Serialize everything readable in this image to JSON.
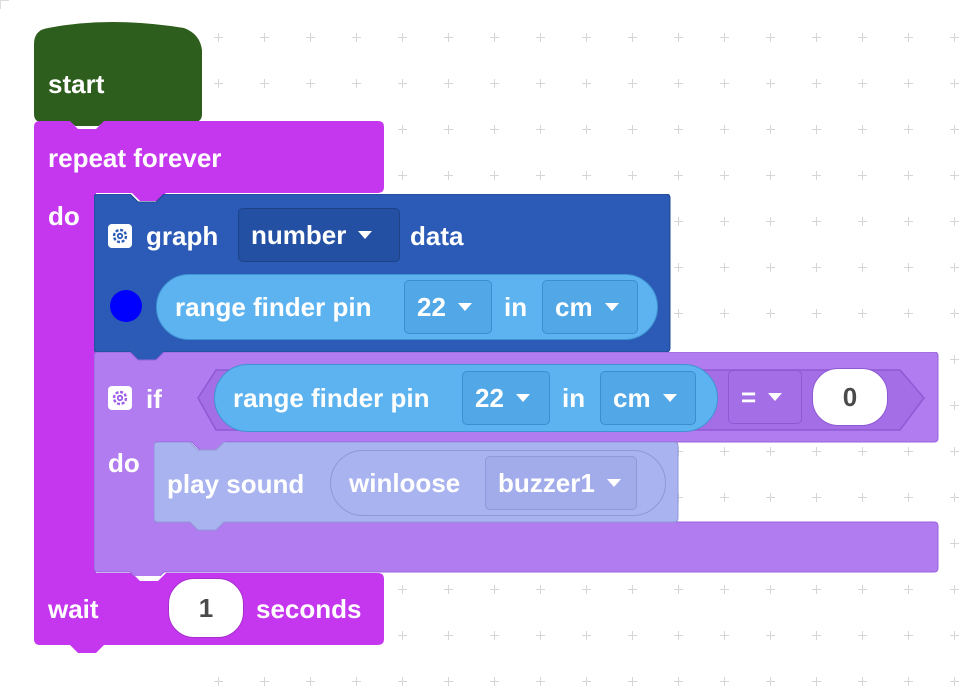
{
  "colors": {
    "start_block": "#2e5e1d",
    "loop_block": "#c537ef",
    "graph_block": "#2b5bb7",
    "sensor_pill": "#5db3f0",
    "if_block": "#b07cf0",
    "sound_block": "#a9b3ef",
    "wait_block": "#c537ef",
    "series_dot": "#0000ff"
  },
  "start": {
    "label": "start"
  },
  "repeat": {
    "label": "repeat forever",
    "do_label": "do"
  },
  "graph": {
    "label": "graph",
    "type_value": "number",
    "suffix": "data",
    "sensor": {
      "label": "range finder pin",
      "pin": "22",
      "in_label": "in",
      "unit": "cm"
    }
  },
  "if_block": {
    "label": "if",
    "sensor": {
      "label": "range finder pin",
      "pin": "22",
      "in_label": "in",
      "unit": "cm"
    },
    "operator": "=",
    "value": "0",
    "do_label": "do"
  },
  "play_sound": {
    "label": "play sound",
    "sound_name": "winloose",
    "device": "buzzer1"
  },
  "wait": {
    "label": "wait",
    "value": "1",
    "unit": "seconds"
  }
}
